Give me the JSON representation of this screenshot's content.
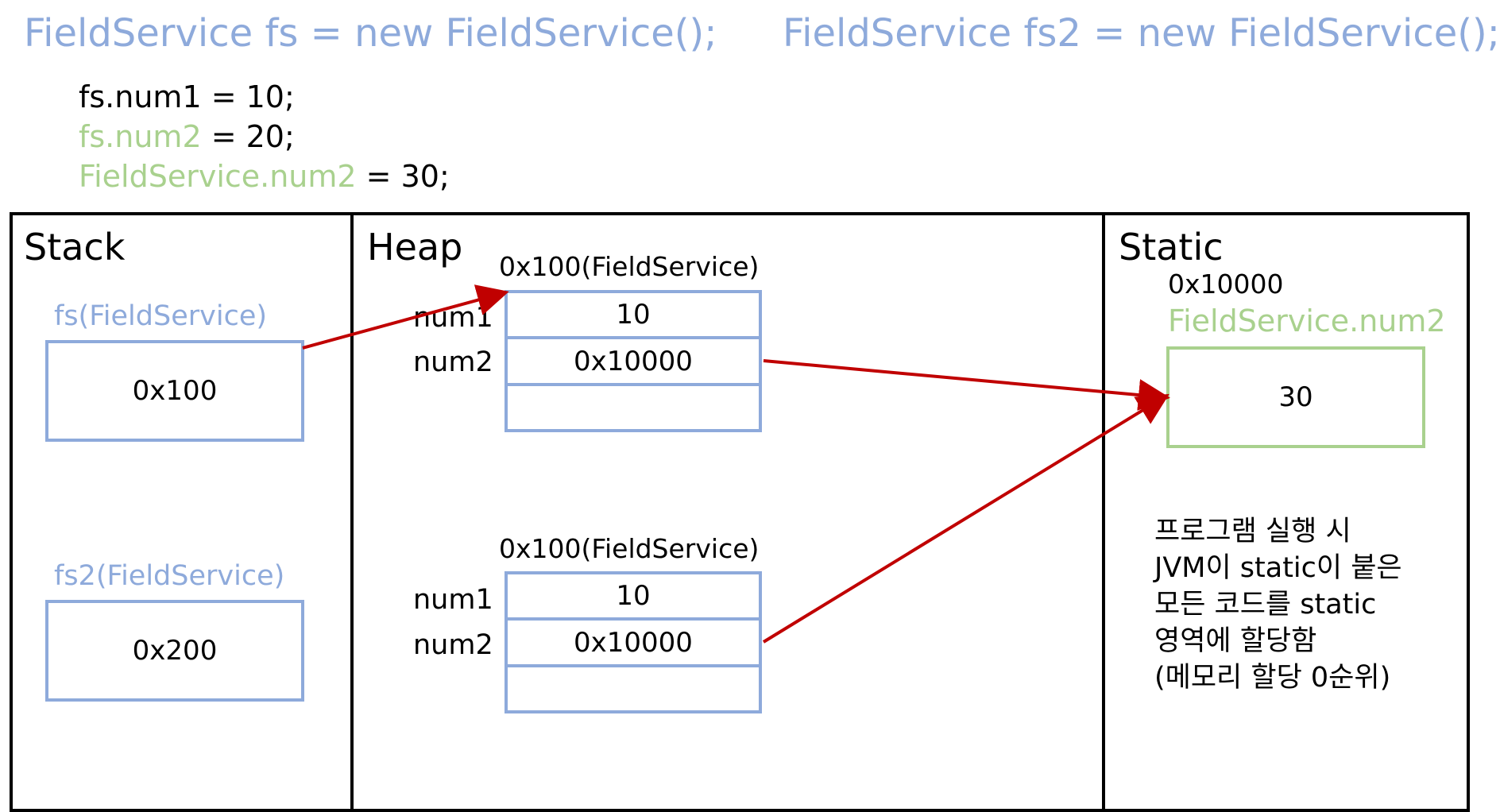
{
  "code": {
    "decl_fs": "FieldService fs = new FieldService();",
    "decl_fs2": "FieldService fs2 = new FieldService();",
    "line1_lhs": "fs.num1",
    "line1_rhs": " = 10;",
    "line2_lhs": "fs.num2",
    "line2_rhs": " = 20;",
    "line3_lhs": "FieldService.num2",
    "line3_rhs": " = 30;"
  },
  "stack": {
    "title": "Stack",
    "vars": [
      {
        "name": "fs(FieldService)",
        "value": "0x100"
      },
      {
        "name": "fs2(FieldService)",
        "value": "0x200"
      }
    ]
  },
  "heap": {
    "title": "Heap",
    "objects": [
      {
        "address": "0x100(FieldService)",
        "fields": [
          {
            "name": "num1",
            "value": "10"
          },
          {
            "name": "num2",
            "value": "0x10000"
          }
        ]
      },
      {
        "address": "0x100(FieldService)",
        "fields": [
          {
            "name": "num1",
            "value": "10"
          },
          {
            "name": "num2",
            "value": "0x10000"
          }
        ]
      }
    ]
  },
  "static_area": {
    "title": "Static",
    "address": "0x10000",
    "var_name": "FieldService.num2",
    "value": "30",
    "note_lines": [
      "프로그램 실행 시",
      "JVM이 static이 붙은",
      "모든 코드를 static",
      "영역에 할당함",
      "(메모리 할당 0순위)"
    ]
  },
  "colors": {
    "blue": "#8eaadb",
    "green": "#a9d18e",
    "arrow": "#c00000",
    "border": "#000000"
  }
}
